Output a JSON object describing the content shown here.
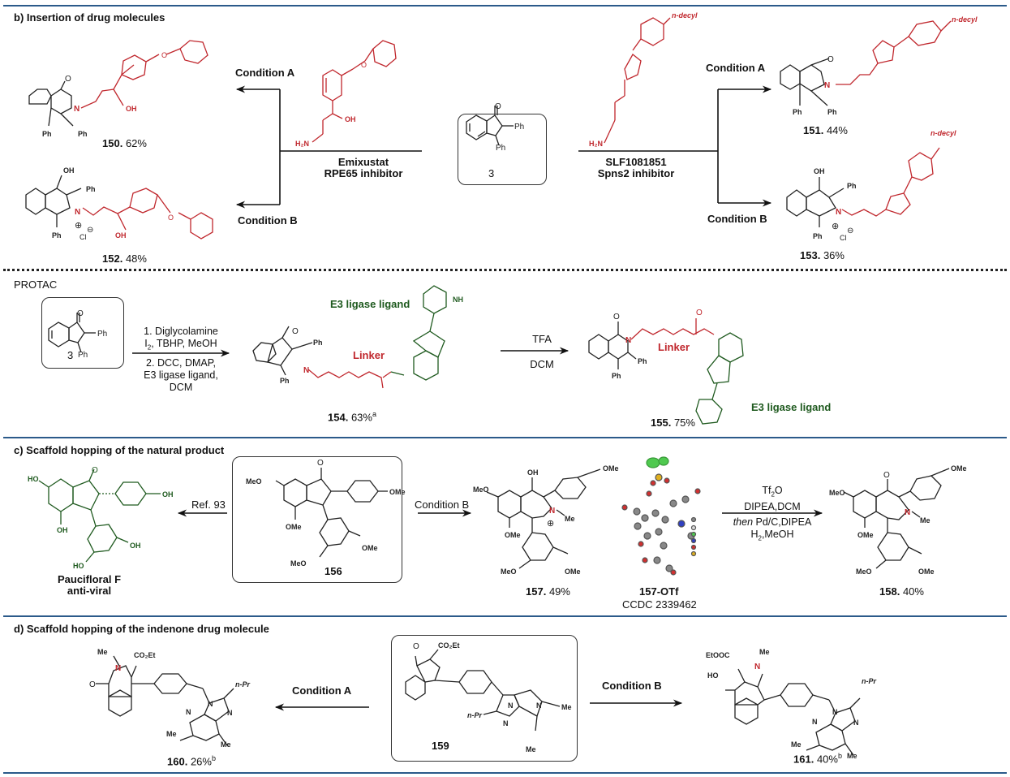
{
  "sections": {
    "b": {
      "title": "b) Insertion of drug molecules",
      "left_drug": {
        "name": "Emixustat",
        "role": "RPE65 inhibitor"
      },
      "right_drug": {
        "name": "SLF1081851",
        "role": "Spns2 inhibitor"
      },
      "center_compound": {
        "id": "3",
        "substituent": "Ph"
      },
      "conditions": {
        "a": "Condition A",
        "b": "Condition B"
      },
      "products": [
        {
          "id": "150.",
          "yield": "62%"
        },
        {
          "id": "152.",
          "yield": "48%"
        },
        {
          "id": "151.",
          "yield": "44%"
        },
        {
          "id": "153.",
          "yield": "36%"
        }
      ],
      "atom_labels": {
        "amine": "H2N",
        "hydroxyl": "OH",
        "phenyl": "Ph",
        "chloride": "Cl",
        "decyl": "n-decyl",
        "oxygen": "O",
        "nitrogen": "N"
      }
    },
    "protac": {
      "title": "PROTAC",
      "start": {
        "id": "3"
      },
      "step1_reagents": [
        "1. Diglycolamine",
        "I2, TBHP, MeOH"
      ],
      "step2_reagents": [
        "2. DCC, DMAP,",
        "E3 ligase ligand,",
        "DCM"
      ],
      "step3_reagents": {
        "above": "TFA",
        "below": "DCM"
      },
      "labels": {
        "e3": "E3 ligase ligand",
        "linker": "Linker"
      },
      "products": [
        {
          "id": "154.",
          "yield": "63%",
          "note": "a"
        },
        {
          "id": "155.",
          "yield": "75%"
        }
      ]
    },
    "c": {
      "title": "c) Scaffold hopping of the natural product",
      "natural_product": {
        "name": "Paucifloral F",
        "activity": "anti-viral"
      },
      "ref_label": "Ref. 93",
      "start": {
        "id": "156"
      },
      "condition": "Condition B",
      "products": [
        {
          "id": "157.",
          "yield": "49%"
        },
        {
          "id": "158.",
          "yield": "40%"
        }
      ],
      "crystal": {
        "id": "157-OTf",
        "ccdc": "CCDC 2339462"
      },
      "reagents": [
        "Tf2O",
        "DIPEA,DCM",
        "then Pd/C,DIPEA",
        "H2,MeOH"
      ],
      "atom_labels": {
        "methoxy": "OMe",
        "methoxy_left": "MeO",
        "methyl": "Me",
        "hydroxyl": "OH",
        "hydroxyl_left": "HO"
      }
    },
    "d": {
      "title": "d) Scaffold hopping of the indenone drug molecule",
      "start": {
        "id": "159"
      },
      "conditions": {
        "a": "Condition A",
        "b": "Condition B"
      },
      "products": [
        {
          "id": "160.",
          "yield": "26%",
          "note": "b"
        },
        {
          "id": "161.",
          "yield": "40%",
          "note": "b"
        }
      ],
      "atom_labels": {
        "ester": "CO2Et",
        "ester_alt": "EtOOC",
        "propyl": "n-Pr",
        "methyl": "Me",
        "hydroxyl": "HO"
      }
    }
  },
  "colors": {
    "rule": "#2b5a8a",
    "drug_red": "#c0272d",
    "e3_green": "#1f5a1f",
    "bond": "#222222"
  }
}
